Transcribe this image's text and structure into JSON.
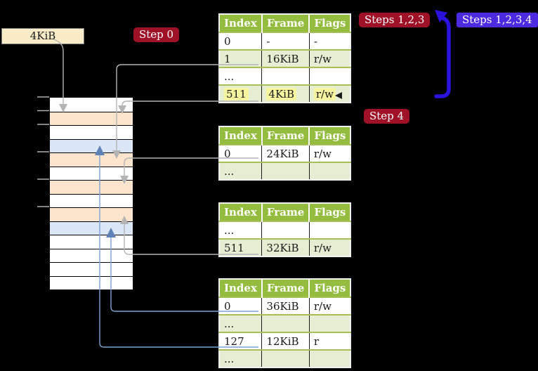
{
  "labels": {
    "page_size": "4KiB",
    "step0": "Step 0",
    "steps123": "Steps 1,2,3",
    "steps1234": "Steps 1,2,3,4",
    "step4": "Step 4"
  },
  "tables": [
    {
      "headers": [
        "Index",
        "Frame",
        "Flags"
      ],
      "rows": [
        {
          "cells": [
            "0",
            "-",
            "-"
          ],
          "highlight": false
        },
        {
          "cells": [
            "1",
            "16KiB",
            "r/w"
          ],
          "highlight": false
        },
        {
          "cells": [
            "...",
            "",
            ""
          ],
          "highlight": false
        },
        {
          "cells": [
            "511",
            "4KiB",
            "r/w"
          ],
          "highlight": true
        }
      ]
    },
    {
      "headers": [
        "Index",
        "Frame",
        "Flags"
      ],
      "rows": [
        {
          "cells": [
            "0",
            "24KiB",
            "r/w"
          ],
          "highlight": false
        },
        {
          "cells": [
            "...",
            "",
            ""
          ],
          "highlight": false
        }
      ]
    },
    {
      "headers": [
        "Index",
        "Frame",
        "Flags"
      ],
      "rows": [
        {
          "cells": [
            "...",
            "",
            ""
          ],
          "highlight": false
        },
        {
          "cells": [
            "511",
            "32KiB",
            "r/w"
          ],
          "highlight": false
        }
      ]
    },
    {
      "headers": [
        "Index",
        "Frame",
        "Flags"
      ],
      "rows": [
        {
          "cells": [
            "0",
            "36KiB",
            "r/w"
          ],
          "highlight": false
        },
        {
          "cells": [
            "...",
            "",
            ""
          ],
          "highlight": false
        },
        {
          "cells": [
            "127",
            "12KiB",
            "r"
          ],
          "highlight": false
        },
        {
          "cells": [
            "...",
            "",
            ""
          ],
          "highlight": false
        }
      ]
    }
  ],
  "memory": {
    "rows": [
      "white",
      "orange",
      "white",
      "blue",
      "orange",
      "white",
      "orange",
      "white",
      "orange",
      "blue",
      "white",
      "white",
      "white",
      "white"
    ]
  },
  "colors": {
    "background": "#000000",
    "table_header_bg": "#94bd3f",
    "table_alt_row_bg": "#e5edd3",
    "table_grid_green": "#a6bf56",
    "highlight_yellow": "#f7f59f",
    "badge_red": "#9e1127",
    "badge_blue": "#4a2bdf",
    "big_arrow_blue": "#2a13dd",
    "connector_gray": "#b4b4b4",
    "connector_light_blue": "#7da2d6",
    "arrowhead_steel_blue": "#5e82b8",
    "memory_orange": "#fce4cd",
    "memory_blue": "#dbe7f6",
    "label_cream_bg": "#f9ecc7",
    "tick_gray": "#b0b0b0",
    "black_marker": "#1b1b1b"
  }
}
